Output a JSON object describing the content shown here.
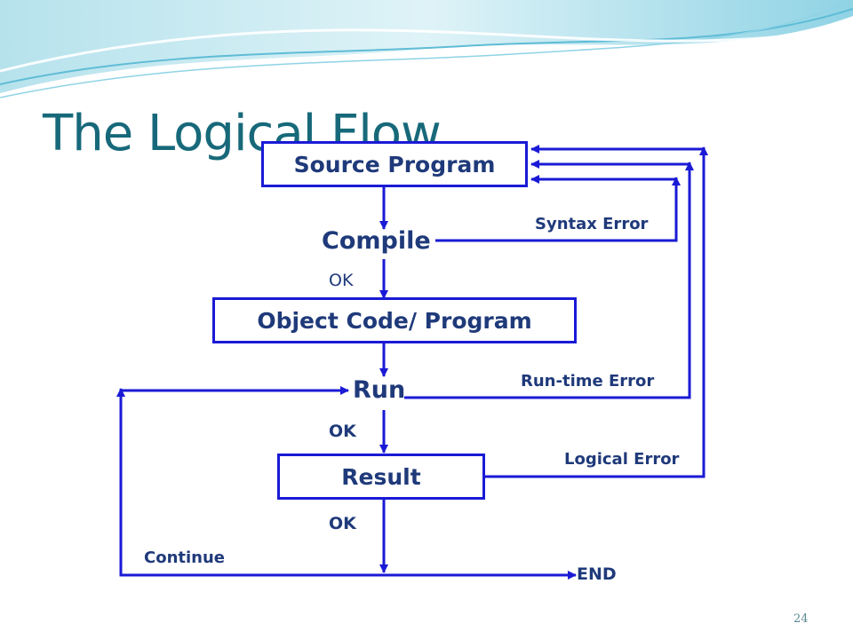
{
  "slide": {
    "title": "The Logical Flow",
    "page_number": "24"
  },
  "nodes": {
    "source_program": "Source Program",
    "compile": "Compile",
    "object_code": "Object Code/ Program",
    "run": "Run",
    "result": "Result"
  },
  "edge_labels": {
    "compile_ok": "OK",
    "run_ok": "OK",
    "result_ok": "OK",
    "syntax_error": "Syntax Error",
    "runtime_error": "Run-time Error",
    "logical_error": "Logical Error",
    "continue": "Continue",
    "end": "END"
  },
  "colors": {
    "title": "#17697a",
    "arrow": "#1a1ad6",
    "label": "#1f3a7a",
    "wave_light": "#bfe6f0",
    "wave_mid": "#7fcfe3"
  }
}
